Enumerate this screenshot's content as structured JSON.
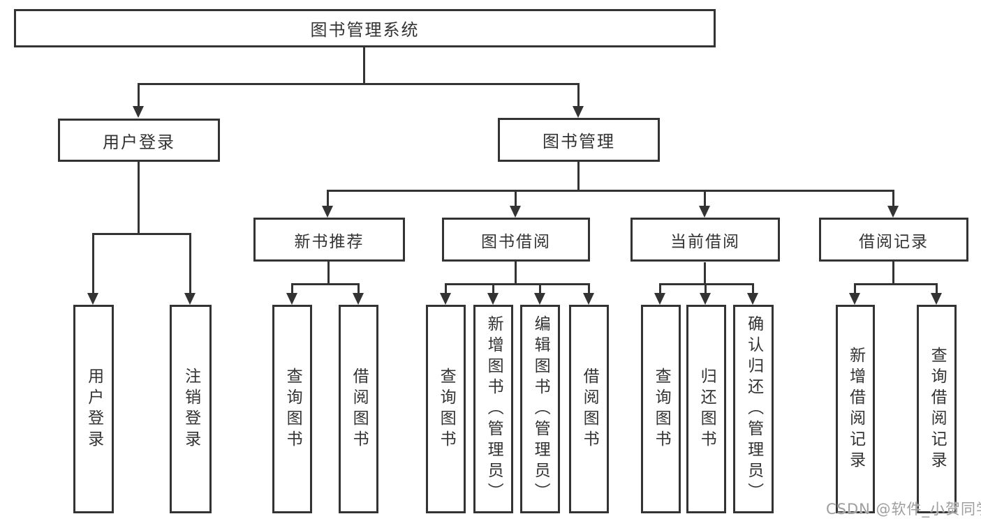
{
  "diagram_type": "hierarchy-tree",
  "tree": {
    "label": "图书管理系统",
    "children": [
      {
        "label": "用户登录",
        "children": [
          {
            "label": "用户登录"
          },
          {
            "label": "注销登录"
          }
        ]
      },
      {
        "label": "图书管理",
        "children": [
          {
            "label": "新书推荐",
            "children": [
              {
                "label": "查询图书"
              },
              {
                "label": "借阅图书"
              }
            ]
          },
          {
            "label": "图书借阅",
            "children": [
              {
                "label": "查询图书"
              },
              {
                "label": "新增图书（管理员）"
              },
              {
                "label": "编辑图书（管理员）"
              },
              {
                "label": "借阅图书"
              }
            ]
          },
          {
            "label": "当前借阅",
            "children": [
              {
                "label": "查询图书"
              },
              {
                "label": "归还图书"
              },
              {
                "label": "确认归还（管理员）"
              }
            ]
          },
          {
            "label": "借阅记录",
            "children": [
              {
                "label": "新增借阅记录"
              },
              {
                "label": "查询借阅记录"
              }
            ]
          }
        ]
      }
    ]
  },
  "watermark": {
    "text": "CSDN @软件_小贺同学"
  },
  "colors": {
    "line": "#333333",
    "text": "#333333",
    "watermark": "#9e9e9e",
    "background": "#ffffff"
  }
}
